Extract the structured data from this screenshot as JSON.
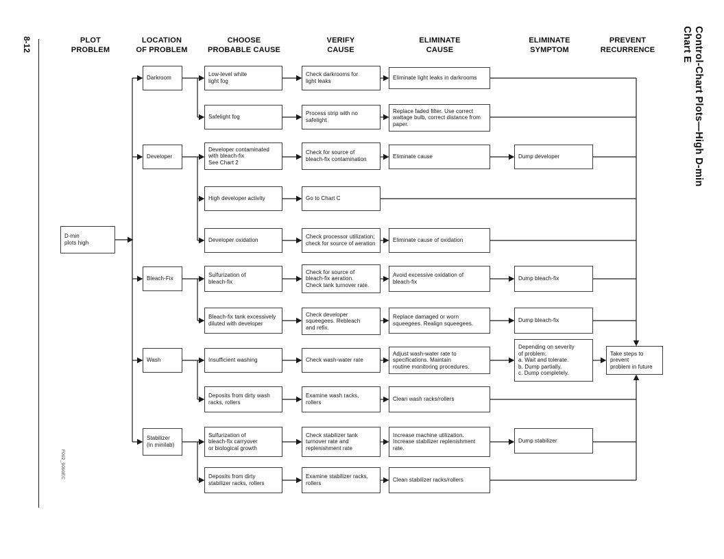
{
  "page": {
    "page_number": "8-12",
    "side_title_line1": "Chart E",
    "side_title_line2": "Control-Chart Plots—High D-min",
    "figure_code": "F002_9090EC"
  },
  "headers": {
    "plot_problem": "PLOT\nPROBLEM",
    "location": "LOCATION\nOF PROBLEM",
    "choose_cause": "CHOOSE\nPROBABLE CAUSE",
    "verify_cause": "VERIFY\nCAUSE",
    "eliminate_cause": "ELIMINATE\nCAUSE",
    "eliminate_symptom": "ELIMINATE\nSYMPTOM",
    "prevent_recurrence": "PREVENT\nRECURRENCE"
  },
  "boxes": {
    "problem": "D-min\nplots high",
    "loc1": "Darkroom",
    "loc2": "Developer",
    "loc3": "Bleach-Fix",
    "loc4": "Wash",
    "loc5": "Stabilizer\n(in minilab)",
    "cause1": "Low-level white\nlight fog",
    "cause2": "Safelight fog",
    "cause3": "Developer contaminated\nwith bleach-fix\nSee Chart 2",
    "cause4": "High developer activity",
    "cause5": "Developer oxidation",
    "cause6": "Sulfurization of\nbleach-fix",
    "cause7": "Bleach-fix tank excessively\ndiluted with developer",
    "cause8": "Insufficient washing",
    "cause9": "Deposits from dirty wash\nracks, rollers",
    "cause10": "Sulfurization of\nbleach-fix carryover\nor biological growth",
    "cause11": "Deposits from dirty\nstabilizer racks, rollers",
    "verify1": "Check darkrooms for\nlight leaks",
    "verify2": "Process strip with no\nsafelight",
    "verify3": "Check for source of\nbleach-fix contamination",
    "verify4": "Go to Chart C",
    "verify5": "Check processor utilization;\ncheck for source of aeration",
    "verify6": "Check for source of\nbleach-fix aeration.\nCheck tank turnover rate.",
    "verify7": "Check developer\nsqueegees.  Rebleach\nand refix.",
    "verify8": "Check wash-water rate",
    "verify9": "Examine wash racks,\nrollers",
    "verify10": "Check stabilizer tank\nturnover rate and\nreplenishment rate",
    "verify11": "Examine stabilizer racks,\nrollers",
    "elim1": "Eliminate light leaks in darkrooms",
    "elim2": "Replace faded filter. Use correct\nwattage bulb, correct distance from\npaper.",
    "elim3": "Eliminate cause",
    "elim5": "Eliminate cause of oxidation",
    "elim6": "Avoid excessive oxidation of\nbleach-fix",
    "elim7": "Replace damaged or worn\nsqueegees.  Realign squeegees.",
    "elim8": "Adjust wash-water rate to\nspecifications.  Maintain\nroutine monitoring procedures.",
    "elim9": "Clean wash racks/rollers",
    "elim10": "Increase machine utilization.\nIncrease stabilizer replenishment\nrate.",
    "elim11": "Clean stabilizer racks/rollers",
    "symp3": "Dump developer",
    "symp6": "Dump bleach-fix",
    "symp7": "Dump bleach-fix",
    "symp8": "Depending on severity\nof problem:\na. Wait and tolerate.\nb. Dump partially.\nc. Dump completely.",
    "symp10": "Dump stabilizer",
    "prevent": "Take steps to prevent\nproblem in future"
  }
}
